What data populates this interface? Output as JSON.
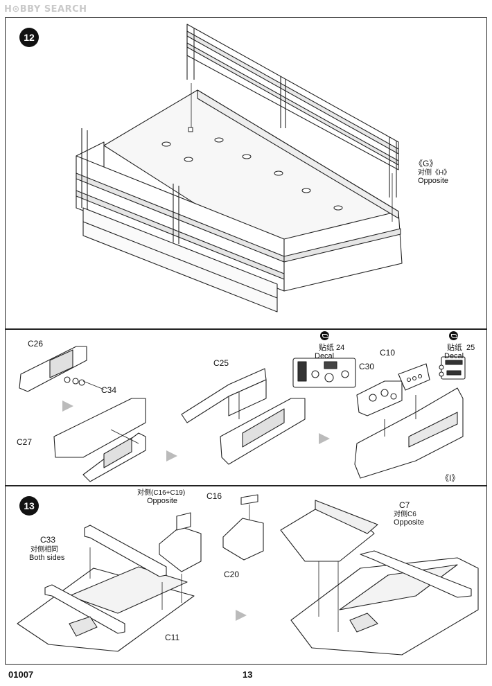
{
  "watermark": "H⊙BBY SEARCH",
  "step12": {
    "number": "12",
    "label_g": "《G》",
    "label_h_cn": "对侧《H》",
    "label_opposite": "Opposite"
  },
  "middle": {
    "c26": "C26",
    "c34": "C34",
    "c27": "C27",
    "c25": "C25",
    "decal24_cn": "贴纸",
    "decal24_num": "24",
    "decal24_en": "Decal",
    "c30": "C30",
    "c10": "C10",
    "decal25_cn": "贴纸",
    "decal25_num": "25",
    "decal25_en": "Decal",
    "label_i": "《I》"
  },
  "step13": {
    "number": "13",
    "c16c19_cn": "对侧(C16+C19)",
    "c16c19_en": "Opposite",
    "c16": "C16",
    "c20": "C20",
    "c7": "C7",
    "c6_cn": "对侧C6",
    "c6_en": "Opposite",
    "c33": "C33",
    "c33_cn": "对侧相同",
    "c33_en": "Both sides",
    "c11": "C11"
  },
  "footer": {
    "code": "01007",
    "page": "13"
  }
}
